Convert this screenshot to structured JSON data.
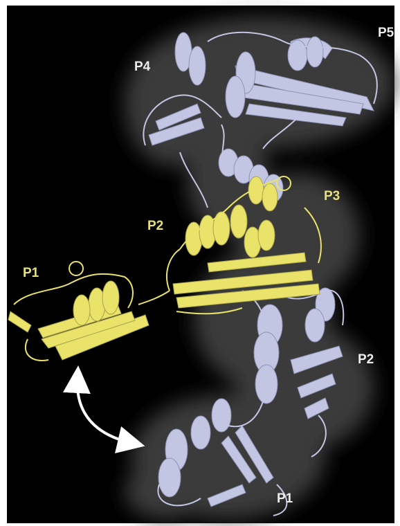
{
  "figure": {
    "labels": {
      "p5": "P5",
      "p4": "P4",
      "p3": "P3",
      "p2_yellow": "P2",
      "p1_yellow": "P1",
      "p2_white": "P2",
      "p1_white": "P1"
    },
    "colors": {
      "background": "#000000",
      "surface": "#3b3b3b",
      "yellow_ribbon": "#e9e36a",
      "lavender_ribbon": "#c3c6e2",
      "arrow": "#ffffff"
    }
  }
}
